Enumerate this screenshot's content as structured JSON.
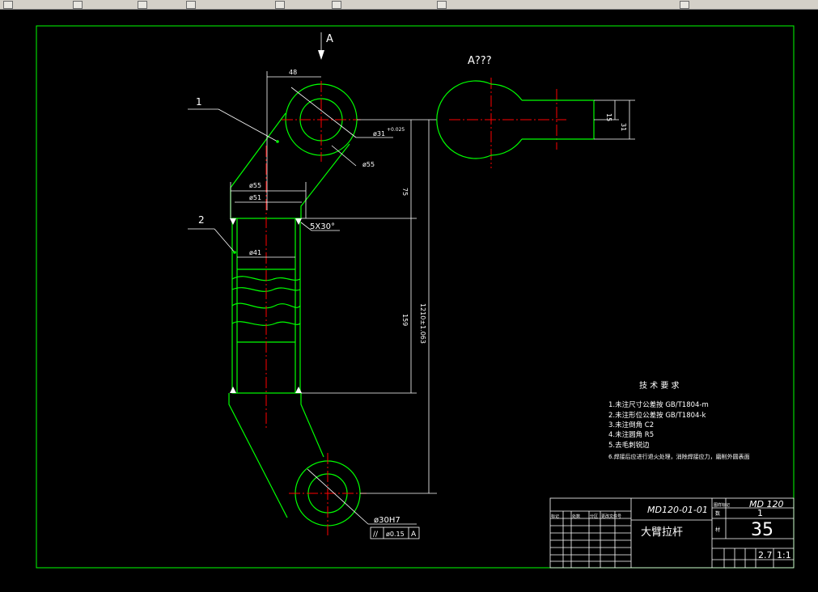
{
  "toolbar": {
    "icons": [
      "undo-icon",
      "redo-icon",
      "pan-icon",
      "zoom-icon",
      "zoom-window-icon",
      "properties-icon",
      "layers-icon",
      "help-icon"
    ]
  },
  "drawing": {
    "view_arrow_label": "A",
    "view_title": "A???",
    "part_callouts": [
      "1",
      "2"
    ],
    "dims": {
      "top_width": "48",
      "dia_31": "ø31",
      "dia_31_tol": "+0.025",
      "dia_55_top": "ø55",
      "outer_55": "ø55",
      "inner_51": "ø51",
      "bore_41": "ø41",
      "chamfer": "5X30°",
      "d75": "75",
      "d159": "159",
      "d_total": "1210±1.063",
      "side_15": "15",
      "side_31": "31",
      "bottom_bore": "ø30H7",
      "gdt_symbol": "//",
      "gdt_tol": "ø0.15",
      "gdt_datum": "A"
    }
  },
  "tech_req": {
    "title": "技 术 要 求",
    "items": [
      "1.未注尺寸公差按 GB/T1804-m",
      "2.未注形位公差按 GB/T1804-k",
      "3.未注倒角 C2",
      "4.未注圆角 R5",
      "5.去毛刺锐边",
      "6.焊接后应进行退火处理，消除焊接应力，磨削外圆表面"
    ]
  },
  "title_block": {
    "drawing_no": "MD120-01-01",
    "part_name": "大臂拉杆",
    "project": "MD 120",
    "quantity": "1",
    "material": "35",
    "weight": "2.7",
    "scale": "1:1",
    "header_cells": [
      "标记",
      "处数",
      "分区",
      "更改文件号"
    ],
    "label_top": "图样标记",
    "label_qty": "数",
    "label_mat": "材"
  },
  "colors": {
    "outline": "#00ff00",
    "dimension": "#ffffff",
    "centerline": "#ff0000",
    "frame": "#00ff00",
    "background": "#000000"
  }
}
